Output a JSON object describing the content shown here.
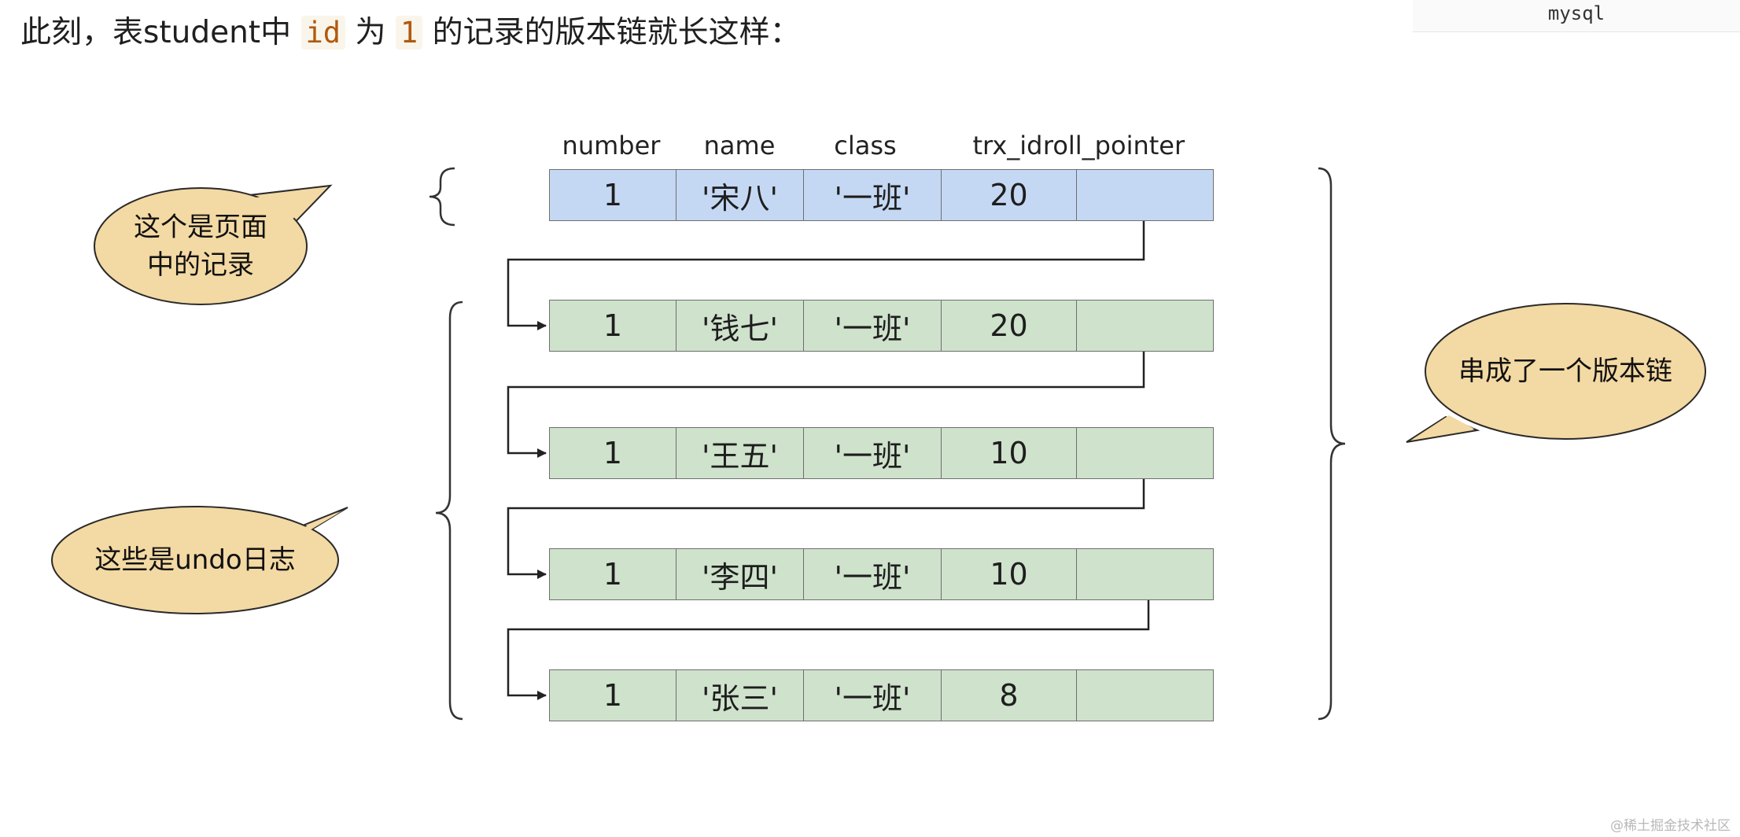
{
  "intro": {
    "prefix": "此刻，表student中",
    "code_id": "id",
    "middle": "为",
    "code_one": "1",
    "suffix": "的记录的版本链就长这样："
  },
  "code_lang": "mysql",
  "diagram": {
    "headers": [
      "number",
      "name",
      "class",
      "trx_id",
      "roll_pointer"
    ],
    "rows": [
      {
        "number": "1",
        "name": "'宋八'",
        "class": "'一班'",
        "trx_id": "20"
      },
      {
        "number": "1",
        "name": "'钱七'",
        "class": "'一班'",
        "trx_id": "20"
      },
      {
        "number": "1",
        "name": "'王五'",
        "class": "'一班'",
        "trx_id": "10"
      },
      {
        "number": "1",
        "name": "'李四'",
        "class": "'一班'",
        "trx_id": "10"
      },
      {
        "number": "1",
        "name": "'张三'",
        "class": "'一班'",
        "trx_id": "8"
      }
    ],
    "callouts": {
      "page_record_line1": "这个是页面",
      "page_record_line2": "中的记录",
      "undo_log": "这些是undo日志",
      "version_chain": "串成了一个版本链"
    },
    "colors": {
      "page_record_fill": "#c5d8f3",
      "undo_record_fill": "#cfe2cc",
      "callout_fill": "#f3d9a3"
    }
  },
  "watermark": "@稀土掘金技术社区"
}
